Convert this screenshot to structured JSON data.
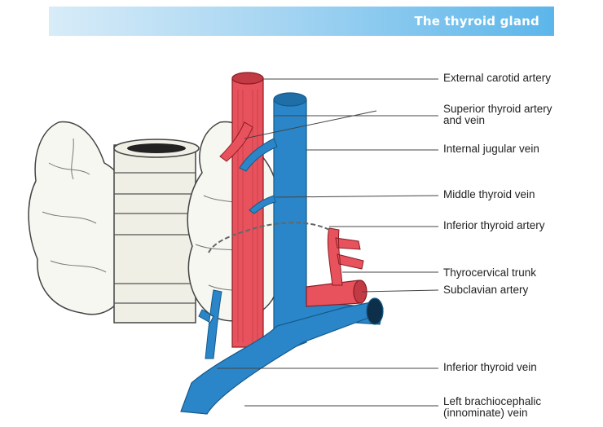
{
  "title": "The thyroid gland",
  "labels": {
    "external_carotid": "External carotid artery",
    "superior_thyroid_1": "Superior thyroid artery",
    "superior_thyroid_2": "and vein",
    "internal_jugular": "Internal jugular vein",
    "middle_thyroid": "Middle thyroid vein",
    "inferior_thyroid_artery": "Inferior thyroid artery",
    "thyrocervical": "Thyrocervical trunk",
    "subclavian": "Subclavian artery",
    "inferior_thyroid_vein": "Inferior thyroid vein",
    "brachiocephalic_1": "Left brachiocephalic",
    "brachiocephalic_2": "(innominate) vein"
  },
  "colors": {
    "artery": "#e8525c",
    "vein": "#2a86c8",
    "gland": "#f7f7f1",
    "banner": "#5cb6ea"
  }
}
